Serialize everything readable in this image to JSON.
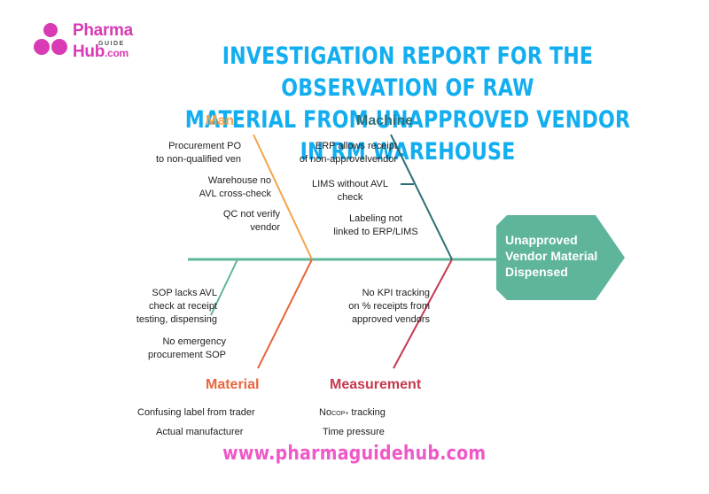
{
  "brand": {
    "name_top": "Pharma",
    "name_mid": "GUIDE",
    "name_bottom": "Hub",
    "name_suffix": ".com"
  },
  "title": {
    "line1": "INVESTIGATION REPORT FOR THE OBSERVATION OF RAW",
    "line2": "MATERIAL FROM UNAPPROVED VENDOR IN RM WAREHOUSE"
  },
  "effect": {
    "line1": "Unapproved",
    "line2": "Vendor Material",
    "line3": "Dispensed"
  },
  "categories": {
    "man": {
      "label": "Man",
      "causes": [
        [
          "Procurement PO",
          "to non-qualified ven"
        ],
        [
          "Warehouse no",
          "AVL cross-check"
        ],
        [
          "QC not verify",
          "vendor"
        ]
      ]
    },
    "machine": {
      "label": "Machine",
      "causes": [
        [
          "ERP allows receipt",
          "of non-approvelvendor"
        ],
        [
          "LIMS without AVL",
          "check"
        ],
        [
          "Labeling not",
          "linked to ERP/LIMS"
        ]
      ]
    },
    "method": {
      "causes": [
        [
          "SOP lacks AVL",
          "check at receipt",
          "testing, dispensing"
        ],
        [
          "No emergency",
          "procurement SOP"
        ]
      ]
    },
    "measurement_kpi": {
      "causes": [
        [
          "No KPI tracking",
          "on % receipts from",
          "approved vendors"
        ]
      ]
    },
    "material": {
      "label": "Material",
      "causes": [
        "Confusing label from trader",
        "Actual manufacturer"
      ]
    },
    "measurement": {
      "label": "Measurement",
      "causes": [
        "No",
        "COP+",
        "tracking",
        "Time pressure"
      ]
    }
  },
  "website": "www.pharmaguidehub.com",
  "colors": {
    "title": "#12aef0",
    "spine": "#5fb59b",
    "effect_box": "#5fb59b",
    "man": "#f4a34a",
    "machine": "#2d6f78",
    "method": "#5fb59b",
    "material": "#e8663d",
    "measurement": "#c5394e",
    "brand": "#d83bb4",
    "website": "#ee58c8"
  }
}
